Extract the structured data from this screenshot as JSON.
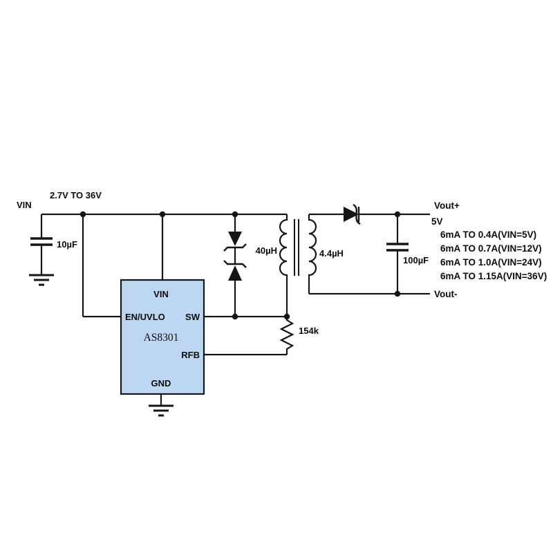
{
  "colors": {
    "ic_fill": "#bdd7f2",
    "wire": "#141414",
    "background": "#ffffff"
  },
  "input": {
    "net_label": "VIN",
    "range": "2.7V TO 36V",
    "cap": "10µF"
  },
  "ic": {
    "part": "AS8301",
    "pins": {
      "vin": "VIN",
      "en": "EN/UVLO",
      "sw": "SW",
      "rfb": "RFB",
      "gnd": "GND"
    }
  },
  "transformer": {
    "primary": "40µH",
    "secondary": "4.4µH"
  },
  "resistor": {
    "value": "154k"
  },
  "output": {
    "cap": "100µF",
    "pos_label": "Vout+",
    "voltage": "5V",
    "neg_label": "Vout-",
    "load_lines": [
      "6mA TO 0.4A(VIN=5V)",
      "6mA TO 0.7A(VIN=12V)",
      "6mA TO 1.0A(VIN=24V)",
      "6mA TO 1.15A(VIN=36V)"
    ]
  }
}
